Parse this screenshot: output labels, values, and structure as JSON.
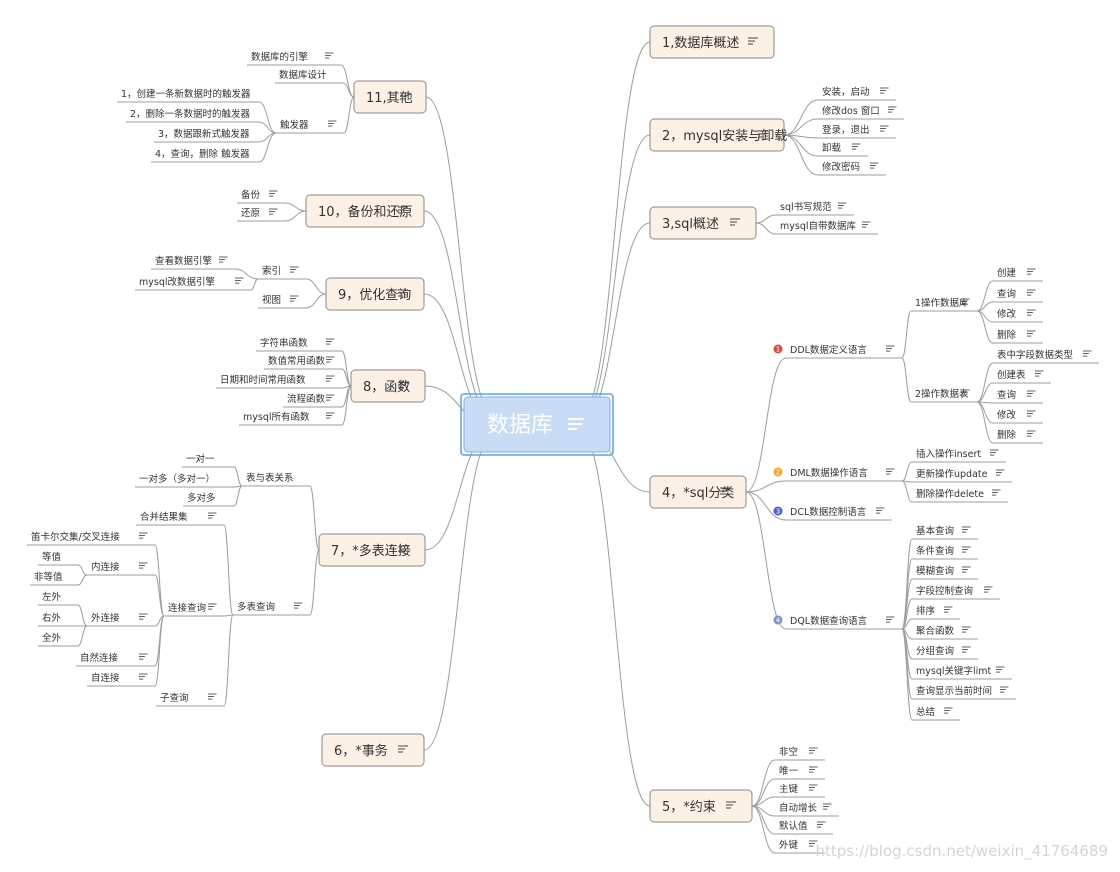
{
  "center": "数据库",
  "watermark": "https://blog.csdn.net/weixin_41764689",
  "colors": {
    "line": "#9d9d9d",
    "box_fill": "#fdf0e4",
    "box_stroke": "#8d8a86",
    "center_fill": "#c9dcf6",
    "center_stroke": "#5aa3e6",
    "note_icon": "#555555",
    "badge1": "#e04a3f",
    "badge2": "#f5a623",
    "badge3": "#4a63c9",
    "badge4": "#7d93c6"
  },
  "icons": {
    "note": "note-icon",
    "badge": "priority-badge-icon"
  },
  "right": [
    {
      "label": "1,数据库概述",
      "children": []
    },
    {
      "label": "2，mysql安装与卸载",
      "children": [
        {
          "label": "安装，启动"
        },
        {
          "label": "修改dos 窗口"
        },
        {
          "label": "登录，退出"
        },
        {
          "label": "卸载"
        },
        {
          "label": "修改密码"
        }
      ]
    },
    {
      "label": "3,sql概述",
      "children": [
        {
          "label": "sql书写规范"
        },
        {
          "label": "mysql自带数据库"
        }
      ]
    },
    {
      "label": "4，*sql分类",
      "children": [
        {
          "label": "DDL数据定义语言",
          "badge": "1",
          "children": [
            {
              "label": "1操作数据库",
              "children": [
                {
                  "label": "创建"
                },
                {
                  "label": "查询"
                },
                {
                  "label": "修改"
                },
                {
                  "label": "删除"
                }
              ]
            },
            {
              "label": "2操作数据表",
              "children": [
                {
                  "label": "表中字段数据类型"
                },
                {
                  "label": "创建表"
                },
                {
                  "label": "查询"
                },
                {
                  "label": "修改"
                },
                {
                  "label": "删除"
                }
              ]
            }
          ]
        },
        {
          "label": "DML数据操作语言",
          "badge": "2",
          "children": [
            {
              "label": "插入操作insert"
            },
            {
              "label": "更新操作update"
            },
            {
              "label": "删除操作delete"
            }
          ]
        },
        {
          "label": "DCL数据控制语言",
          "badge": "3",
          "children": []
        },
        {
          "label": "DQL数据查询语言",
          "badge": "4",
          "children": [
            {
              "label": "基本查询"
            },
            {
              "label": "条件查询"
            },
            {
              "label": "模糊查询"
            },
            {
              "label": "字段控制查询"
            },
            {
              "label": "排序"
            },
            {
              "label": "聚合函数"
            },
            {
              "label": "分组查询"
            },
            {
              "label": "mysql关键字limt"
            },
            {
              "label": "查询显示当前时间"
            },
            {
              "label": "总结"
            }
          ]
        }
      ]
    },
    {
      "label": "5，*约束",
      "children": [
        {
          "label": "非空"
        },
        {
          "label": "唯一"
        },
        {
          "label": "主键"
        },
        {
          "label": "自动增长"
        },
        {
          "label": "默认值"
        },
        {
          "label": "外键"
        }
      ]
    }
  ],
  "left": [
    {
      "label": "11,其他",
      "children": [
        {
          "label": "数据库的引擎"
        },
        {
          "label": "数据库设计"
        },
        {
          "label": "触发器",
          "children": [
            {
              "label": "1，创建一条新数据时的触发器"
            },
            {
              "label": "2，删除一条数据时的触发器"
            },
            {
              "label": "3，数据跟新式触发器"
            },
            {
              "label": "4，查询，删除 触发器"
            }
          ]
        }
      ]
    },
    {
      "label": "10，备份和还原",
      "children": [
        {
          "label": "备份"
        },
        {
          "label": "还原"
        }
      ]
    },
    {
      "label": "9，优化查询",
      "children": [
        {
          "label": "索引",
          "children": [
            {
              "label": "查看数据引擎"
            },
            {
              "label": "mysql改数据引擎"
            }
          ]
        },
        {
          "label": "视图"
        }
      ]
    },
    {
      "label": "8，函数",
      "children": [
        {
          "label": "字符串函数"
        },
        {
          "label": "数值常用函数"
        },
        {
          "label": "日期和时间常用函数"
        },
        {
          "label": "流程函数"
        },
        {
          "label": "mysql所有函数"
        }
      ]
    },
    {
      "label": "7，*多表连接",
      "children": [
        {
          "label": "表与表关系",
          "children": [
            {
              "label": "一对一"
            },
            {
              "label": "一对多（多对一）"
            },
            {
              "label": "多对多"
            }
          ]
        },
        {
          "label": "多表查询",
          "children": [
            {
              "label": "合并结果集"
            },
            {
              "label": "连接查询",
              "children": [
                {
                  "label": "笛卡尔交集/交叉连接"
                },
                {
                  "label": "内连接",
                  "children": [
                    {
                      "label": "等值"
                    },
                    {
                      "label": "非等值"
                    }
                  ]
                },
                {
                  "label": "外连接",
                  "children": [
                    {
                      "label": "左外"
                    },
                    {
                      "label": "右外"
                    },
                    {
                      "label": "全外"
                    }
                  ]
                },
                {
                  "label": "自然连接"
                },
                {
                  "label": "自连接"
                }
              ]
            },
            {
              "label": "子查询"
            }
          ]
        }
      ]
    },
    {
      "label": "6，*事务",
      "children": []
    }
  ]
}
